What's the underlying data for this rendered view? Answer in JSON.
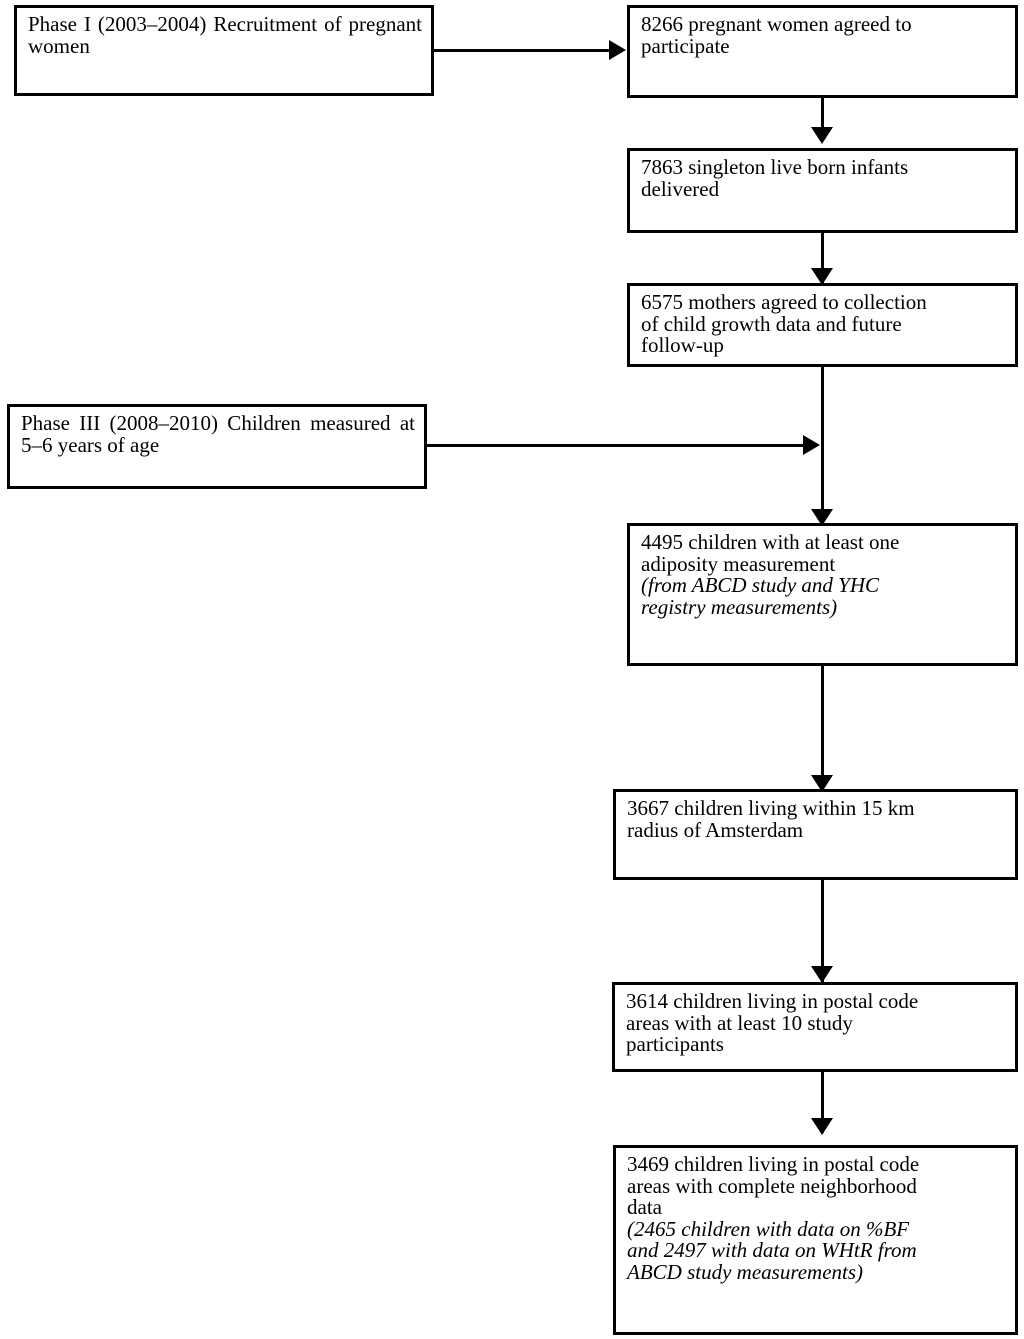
{
  "figure": {
    "type": "flowchart",
    "orientation": "top-to-bottom",
    "phase_labels": [
      {
        "id": "phase-1",
        "text": "Phase I (2003–2004) Recruitment of pregnant women"
      },
      {
        "id": "phase-3",
        "text": "Phase III (2008–2010) Children measured at 5–6 years of age"
      }
    ],
    "nodes": [
      {
        "id": "node-8266",
        "count": "8266",
        "lines": [
          {
            "text": "8266 pregnant women agreed to",
            "style": "roman",
            "justified": true
          },
          {
            "text": "participate",
            "style": "roman",
            "justified": false
          }
        ]
      },
      {
        "id": "node-7863",
        "count": "7863",
        "lines": [
          {
            "text": "7863 singleton live born infants",
            "style": "roman",
            "justified": true
          },
          {
            "text": "delivered",
            "style": "roman",
            "justified": false
          }
        ]
      },
      {
        "id": "node-6575",
        "count": "6575",
        "lines": [
          {
            "text": "6575 mothers agreed to collection",
            "style": "roman",
            "justified": true
          },
          {
            "text": "of child growth data and future",
            "style": "roman",
            "justified": true
          },
          {
            "text": "follow-up",
            "style": "roman",
            "justified": false
          }
        ]
      },
      {
        "id": "node-4495",
        "count": "4495",
        "lines": [
          {
            "text": "4495 children with at least one",
            "style": "roman",
            "justified": true
          },
          {
            "text": "adiposity measurement",
            "style": "roman",
            "justified": false
          },
          {
            "text": "(from ABCD study and YHC",
            "style": "italic",
            "justified": true
          },
          {
            "text": "registry measurements)",
            "style": "italic",
            "justified": false
          }
        ]
      },
      {
        "id": "node-3667",
        "count": "3667",
        "lines": [
          {
            "text": "3667 children living within 15 km",
            "style": "roman",
            "justified": true
          },
          {
            "text": "radius of Amsterdam",
            "style": "roman",
            "justified": false
          }
        ]
      },
      {
        "id": "node-3614",
        "count": "3614",
        "lines": [
          {
            "text": "3614 children living in postal code",
            "style": "roman",
            "justified": true
          },
          {
            "text": "areas with at least 10 study",
            "style": "roman",
            "justified": true
          },
          {
            "text": "participants",
            "style": "roman",
            "justified": false
          }
        ]
      },
      {
        "id": "node-3469",
        "count": "3469",
        "lines": [
          {
            "text": "3469 children living in postal code",
            "style": "roman",
            "justified": true
          },
          {
            "text": "areas with complete neighborhood",
            "style": "roman",
            "justified": true
          },
          {
            "text": "data",
            "style": "roman",
            "justified": false
          },
          {
            "text": "(2465 children with data on %BF",
            "style": "italic",
            "justified": true
          },
          {
            "text": "and 2497 with data on WHtR from",
            "style": "italic",
            "justified": true
          },
          {
            "text": "ABCD study measurements)",
            "style": "italic",
            "justified": false
          }
        ]
      }
    ],
    "colors": {
      "stroke": "#000000",
      "fill": "#ffffff",
      "text": "#000000"
    }
  }
}
